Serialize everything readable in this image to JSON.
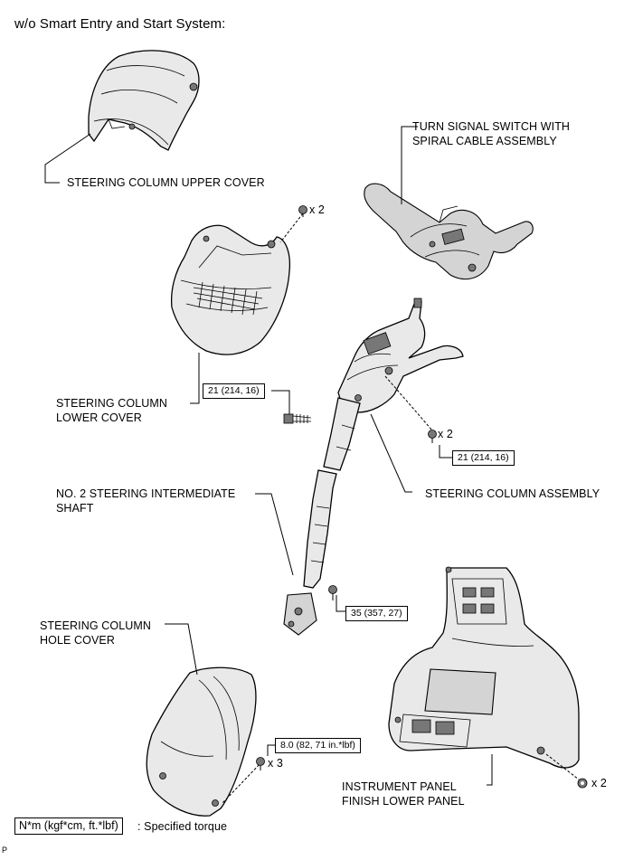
{
  "title": "w/o Smart Entry and Start System:",
  "labels": {
    "upper_cover": "STEERING COLUMN UPPER COVER",
    "turn_signal_1": "TURN SIGNAL SWITCH WITH",
    "turn_signal_2": "SPIRAL CABLE ASSEMBLY",
    "lower_cover_1": "STEERING COLUMN",
    "lower_cover_2": "LOWER COVER",
    "intermediate_1": "NO. 2 STEERING INTERMEDIATE",
    "intermediate_2": "SHAFT",
    "column_assembly": "STEERING COLUMN ASSEMBLY",
    "hole_cover_1": "STEERING COLUMN",
    "hole_cover_2": "HOLE COVER",
    "finish_panel_1": "INSTRUMENT PANEL",
    "finish_panel_2": "FINISH LOWER PANEL"
  },
  "quantities": {
    "lower_cover_screw": "x 2",
    "column_bolt_right": "x 2",
    "hole_cover_screw": "x 3",
    "panel_clip": "x 2"
  },
  "torques": {
    "column_bolt_left": "21 (214, 16)",
    "column_bolt_right": "21 (214, 16)",
    "intermediate_bolt": "35 (357, 27)",
    "hole_cover_screw": "8.0 (82, 71 in.*lbf)"
  },
  "legend": {
    "unit": "N*m (kgf*cm, ft.*lbf)",
    "meaning": ": Specified torque"
  },
  "corner_mark": "P"
}
